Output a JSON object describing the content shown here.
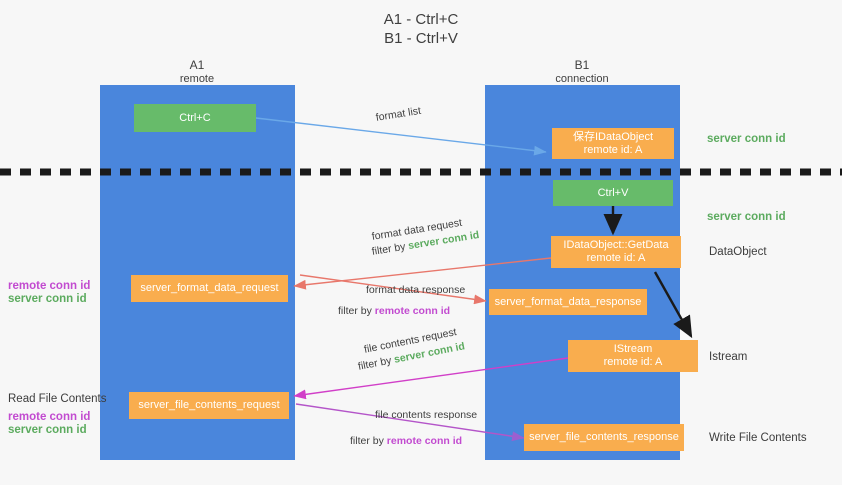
{
  "title": {
    "line1": "A1 - Ctrl+C",
    "line2": "B1 - Ctrl+V"
  },
  "columns": [
    {
      "name": "A1",
      "sub": "remote"
    },
    {
      "name": "B1",
      "sub": "connection"
    }
  ],
  "nodes": {
    "ctrl_c": "Ctrl+C",
    "save_idataobject": "保存IDataObject\nremote id: A",
    "ctrl_v": "Ctrl+V",
    "getdata": "IDataObject::GetData\nremote id: A",
    "server_format_data_request": "server_format_data_request",
    "server_format_data_response": "server_format_data_response",
    "istream": "IStream\nremote id: A",
    "server_file_contents_request": "server_file_contents_request",
    "server_file_contents_response": "server_file_contents_response"
  },
  "edge_labels": {
    "format_list": "format list",
    "format_data_request": "format data request",
    "format_data_request_filter_prefix": "filter by ",
    "format_data_request_filter_value": "server conn id",
    "format_data_response": "format data response",
    "format_data_response_filter_prefix": "filter by ",
    "format_data_response_filter_value": "remote conn id",
    "file_contents_request": "file contents request",
    "file_contents_request_filter_prefix": "filter by ",
    "file_contents_request_filter_value": "server conn id",
    "file_contents_response": "file contents response",
    "file_contents_response_filter_prefix": "filter by ",
    "file_contents_response_filter_value": "remote conn id"
  },
  "right_labels": {
    "server_conn_id_top": "server conn id",
    "server_conn_id_mid": "server conn id",
    "dataobject": "DataObject",
    "istream": "Istream",
    "write_file_contents": "Write File Contents"
  },
  "left_labels": {
    "remote_conn_id_1": "remote conn id",
    "server_conn_id_1": "server conn id",
    "read_file_contents": "Read File Contents",
    "remote_conn_id_2": "remote conn id",
    "server_conn_id_2": "server conn id"
  },
  "colors": {
    "column_blue": "#4a86dc",
    "node_orange": "#f9ad4e",
    "node_green": "#67bb6a",
    "green_text": "#5cab5f",
    "purple_text": "#c24bd0",
    "arrow_blue": "#6aa8e8",
    "arrow_red": "#e8776b",
    "arrow_magenta": "#d13fc8",
    "arrow_purple": "#9b5fd0",
    "arrow_black": "#1a1a1a",
    "divider_black": "#1a1a1a",
    "background": "#f7f7f7"
  }
}
